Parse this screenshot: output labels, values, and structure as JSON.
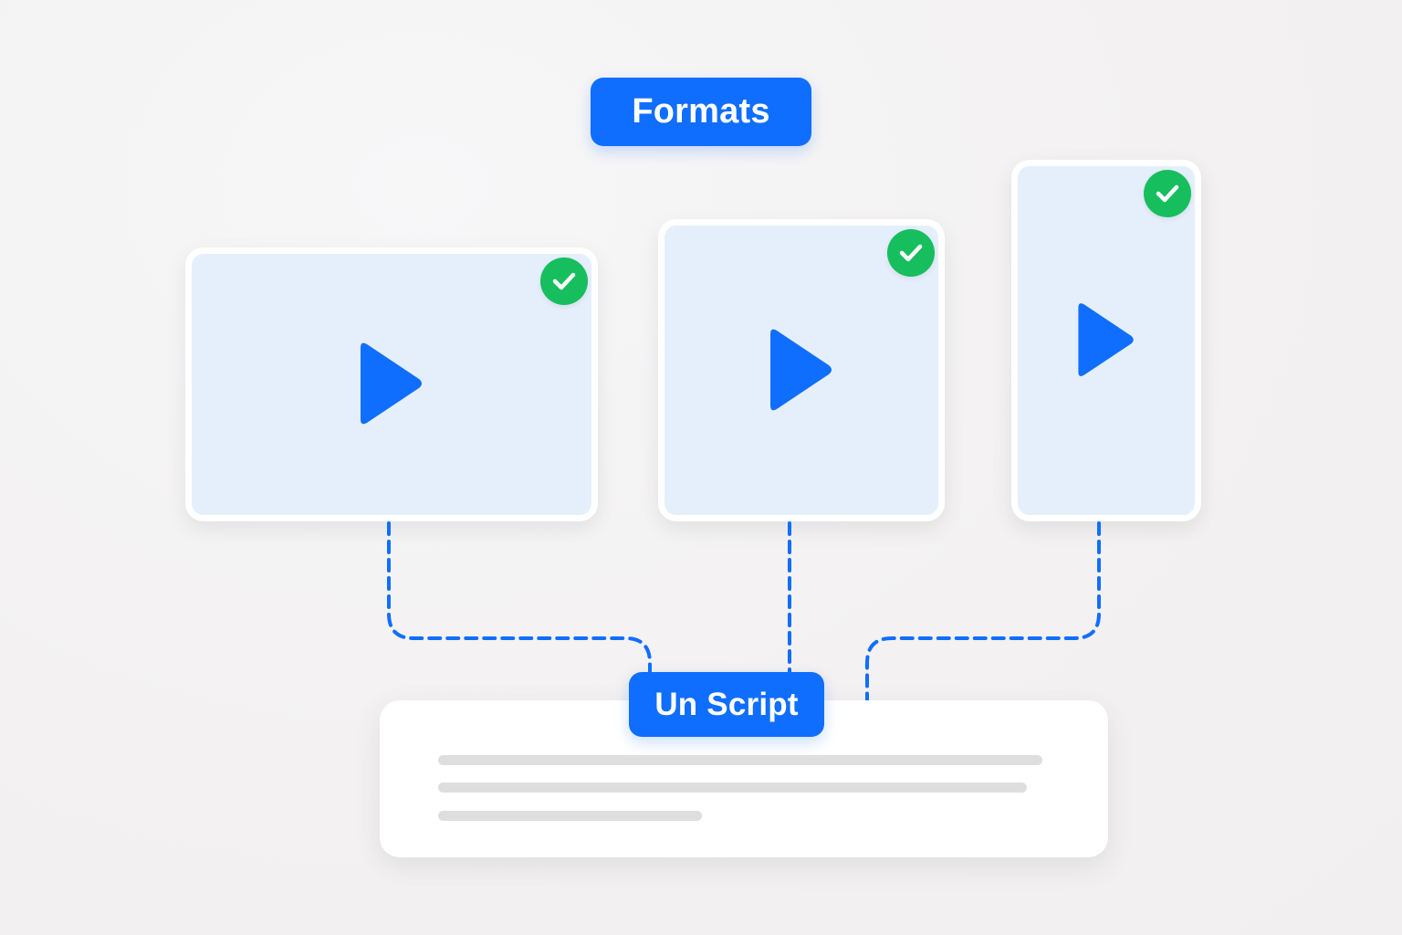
{
  "header": {
    "label": "Formats"
  },
  "script": {
    "label": "Un Script"
  },
  "colors": {
    "accent": "#106EFF",
    "card_fill": "#E5EFFC",
    "card_border": "#FFFFFF",
    "check": "#17BE5E",
    "placeholder_line": "#DEDEDE"
  },
  "formats": [
    {
      "name": "landscape",
      "icon": "play-icon",
      "status_icon": "check-circle-icon",
      "selected": true
    },
    {
      "name": "square",
      "icon": "play-icon",
      "status_icon": "check-circle-icon",
      "selected": true
    },
    {
      "name": "portrait",
      "icon": "play-icon",
      "status_icon": "check-circle-icon",
      "selected": true
    }
  ]
}
